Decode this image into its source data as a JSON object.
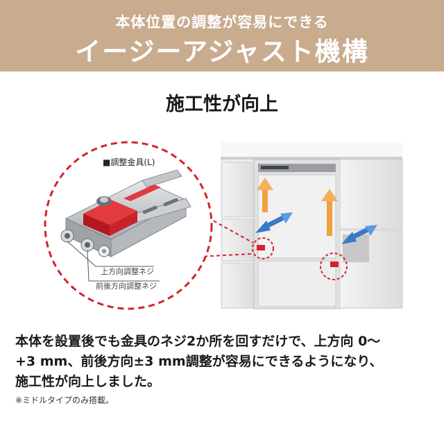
{
  "banner": {
    "subtitle": "本体位置の調整が容易にできる",
    "title": "イージーアジャスト機構"
  },
  "section_title": "施工性が向上",
  "illustration": {
    "bracket_label": "■調整金具(L)",
    "callout_up": "上方向調整ネジ",
    "callout_front_back": "前後方向調整ネジ",
    "accent_color": "#d2232a",
    "arrow_up_color": "#f0a03c",
    "arrow_side_color": "#3a78c8"
  },
  "description": {
    "line1": "本体を設置後でも金具のネジ2か所を回すだけで、上方向 0〜",
    "line2": "+3 mm、前後方向±3 mm調整が容易にできるようになり、",
    "line3": "施工性が向上しました。"
  },
  "footnote": "※ミドルタイプのみ搭載。"
}
